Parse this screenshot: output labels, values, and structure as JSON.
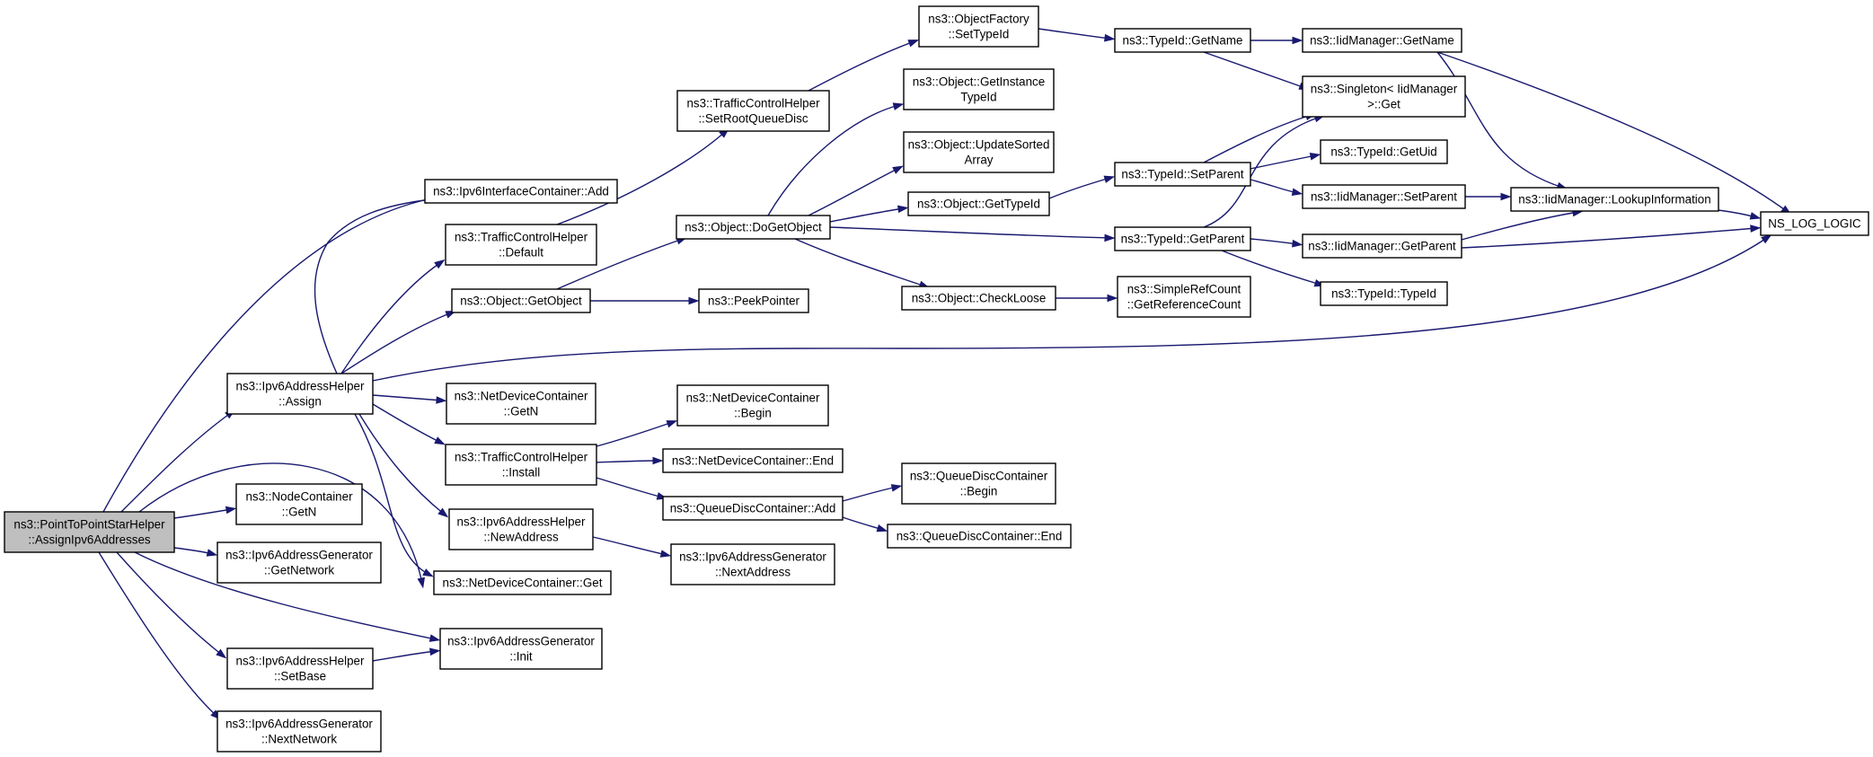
{
  "graph": {
    "edge_color": "#191970",
    "root_fill": "#bfbfbf",
    "nodes": [
      {
        "id": "root",
        "lines": [
          "ns3::PointToPointStarHelper",
          "::AssignIpv6Addresses"
        ]
      },
      {
        "id": "ipv6ic_add",
        "lines": [
          "ns3::Ipv6InterfaceContainer::Add"
        ]
      },
      {
        "id": "ipv6ah_assign",
        "lines": [
          "ns3::Ipv6AddressHelper",
          "::Assign"
        ]
      },
      {
        "id": "nc_getn",
        "lines": [
          "ns3::NodeContainer",
          "::GetN"
        ]
      },
      {
        "id": "ipv6ag_getnetwork",
        "lines": [
          "ns3::Ipv6AddressGenerator",
          "::GetNetwork"
        ]
      },
      {
        "id": "ndc_get",
        "lines": [
          "ns3::NetDeviceContainer::Get"
        ]
      },
      {
        "id": "ipv6ag_init",
        "lines": [
          "ns3::Ipv6AddressGenerator",
          "::Init"
        ]
      },
      {
        "id": "ipv6ah_setbase",
        "lines": [
          "ns3::Ipv6AddressHelper",
          "::SetBase"
        ]
      },
      {
        "id": "ipv6ag_nextnetwork",
        "lines": [
          "ns3::Ipv6AddressGenerator",
          "::NextNetwork"
        ]
      },
      {
        "id": "tch_default",
        "lines": [
          "ns3::TrafficControlHelper",
          "::Default"
        ]
      },
      {
        "id": "obj_getobject",
        "lines": [
          "ns3::Object::GetObject"
        ]
      },
      {
        "id": "ndc_getn",
        "lines": [
          "ns3::NetDeviceContainer",
          "::GetN"
        ]
      },
      {
        "id": "tch_install",
        "lines": [
          "ns3::TrafficControlHelper",
          "::Install"
        ]
      },
      {
        "id": "ipv6ah_newaddress",
        "lines": [
          "ns3::Ipv6AddressHelper",
          "::NewAddress"
        ]
      },
      {
        "id": "tch_setrootqueuedisc",
        "lines": [
          "ns3::TrafficControlHelper",
          "::SetRootQueueDisc"
        ]
      },
      {
        "id": "obj_dogetobject",
        "lines": [
          "ns3::Object::DoGetObject"
        ]
      },
      {
        "id": "peekpointer",
        "lines": [
          "ns3::PeekPointer"
        ]
      },
      {
        "id": "ndc_begin",
        "lines": [
          "ns3::NetDeviceContainer",
          "::Begin"
        ]
      },
      {
        "id": "ndc_end",
        "lines": [
          "ns3::NetDeviceContainer::End"
        ]
      },
      {
        "id": "qdc_add",
        "lines": [
          "ns3::QueueDiscContainer::Add"
        ]
      },
      {
        "id": "ipv6ag_nextaddress",
        "lines": [
          "ns3::Ipv6AddressGenerator",
          "::NextAddress"
        ]
      },
      {
        "id": "objfactory_settypeid",
        "lines": [
          "ns3::ObjectFactory",
          "::SetTypeId"
        ]
      },
      {
        "id": "obj_getinstancetypeid",
        "lines": [
          "ns3::Object::GetInstance",
          "TypeId"
        ]
      },
      {
        "id": "obj_updatesortedarray",
        "lines": [
          "ns3::Object::UpdateSorted",
          "Array"
        ]
      },
      {
        "id": "obj_gettypeid",
        "lines": [
          "ns3::Object::GetTypeId"
        ]
      },
      {
        "id": "obj_checkloose",
        "lines": [
          "ns3::Object::CheckLoose"
        ]
      },
      {
        "id": "qdc_begin",
        "lines": [
          "ns3::QueueDiscContainer",
          "::Begin"
        ]
      },
      {
        "id": "qdc_end",
        "lines": [
          "ns3::QueueDiscContainer::End"
        ]
      },
      {
        "id": "typeid_getname",
        "lines": [
          "ns3::TypeId::GetName"
        ]
      },
      {
        "id": "typeid_setparent",
        "lines": [
          "ns3::TypeId::SetParent"
        ]
      },
      {
        "id": "typeid_getparent",
        "lines": [
          "ns3::TypeId::GetParent"
        ]
      },
      {
        "id": "simplerefcount",
        "lines": [
          "ns3::SimpleRefCount",
          "::GetReferenceCount"
        ]
      },
      {
        "id": "iidm_getname",
        "lines": [
          "ns3::IidManager::GetName"
        ]
      },
      {
        "id": "singleton_get",
        "lines": [
          "ns3::Singleton< IidManager",
          " >::Get"
        ]
      },
      {
        "id": "typeid_getuid",
        "lines": [
          "ns3::TypeId::GetUid"
        ]
      },
      {
        "id": "iidm_setparent",
        "lines": [
          "ns3::IidManager::SetParent"
        ]
      },
      {
        "id": "iidm_getparent",
        "lines": [
          "ns3::IidManager::GetParent"
        ]
      },
      {
        "id": "typeid_typeid",
        "lines": [
          "ns3::TypeId::TypeId"
        ]
      },
      {
        "id": "iidm_lookupinformation",
        "lines": [
          "ns3::IidManager::LookupInformation"
        ]
      },
      {
        "id": "ns_log_logic",
        "lines": [
          "NS_LOG_LOGIC"
        ]
      }
    ]
  }
}
